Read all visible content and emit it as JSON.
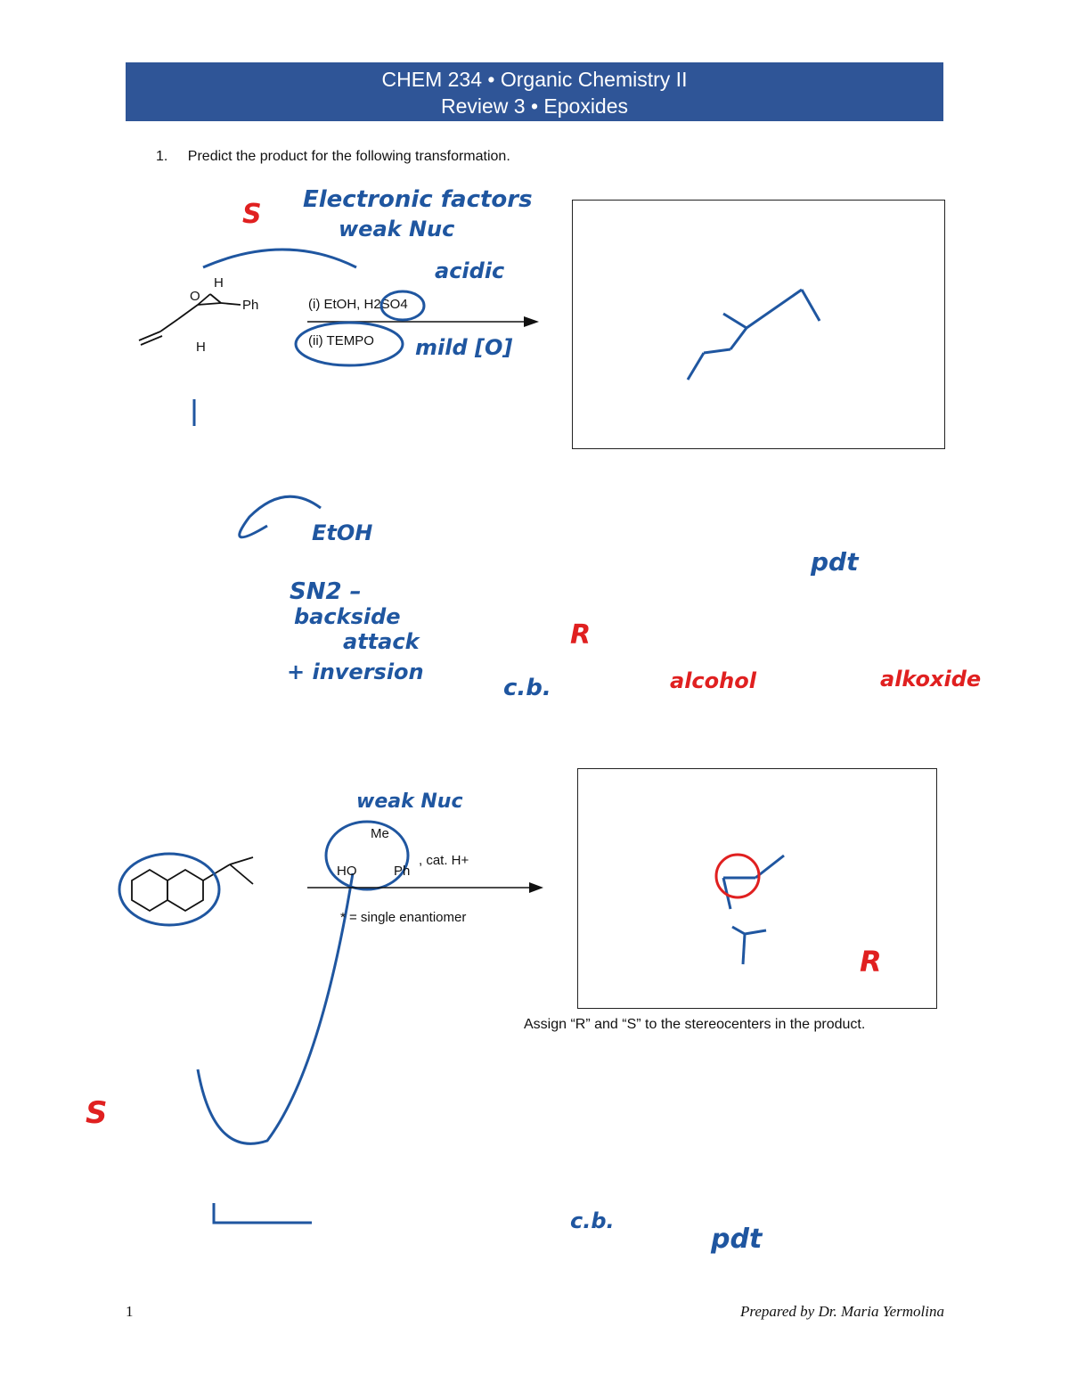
{
  "header": {
    "line1": "CHEM 234 • Organic Chemistry II",
    "line2": "Review 3 • Epoxides"
  },
  "question1": {
    "number": "1.",
    "text": "Predict the product for the following transformation.",
    "reagent1": "(i) EtOH, H2SO4",
    "reagent2": "(ii) TEMPO",
    "substituent_ph": "Ph",
    "atom_o": "O",
    "atom_h": "H"
  },
  "question2": {
    "reagent_me": "Me",
    "reagent_ho": "HO",
    "reagent_ph": "Ph",
    "catalyst": ", cat. H+",
    "note": "* = single enantiomer",
    "assign_text": "Assign “R” and “S” to the stereocenters in the product."
  },
  "annotations": {
    "electronic_factors": "Electronic factors",
    "weak_nuc": "weak Nuc",
    "acidic": "acidic",
    "mild_ox": "mild [O]",
    "sn2": "SN2 –",
    "backside": "backside",
    "attack": "attack",
    "inversion": "+ inversion",
    "etoh": "EtOH",
    "pdt": "pdt",
    "alcohol": "alcohol",
    "alkoxide": "alkoxide",
    "cb": "c.b.",
    "label_R": "R",
    "label_S": "S"
  },
  "footer": {
    "page_number": "1",
    "prepared_by": "Prepared by Dr. Maria Yermolina"
  },
  "colors": {
    "header_bg": "#2f5597",
    "ink_blue": "#1f56a0",
    "ink_red": "#e02020",
    "ink_green": "#1e8a4a"
  }
}
